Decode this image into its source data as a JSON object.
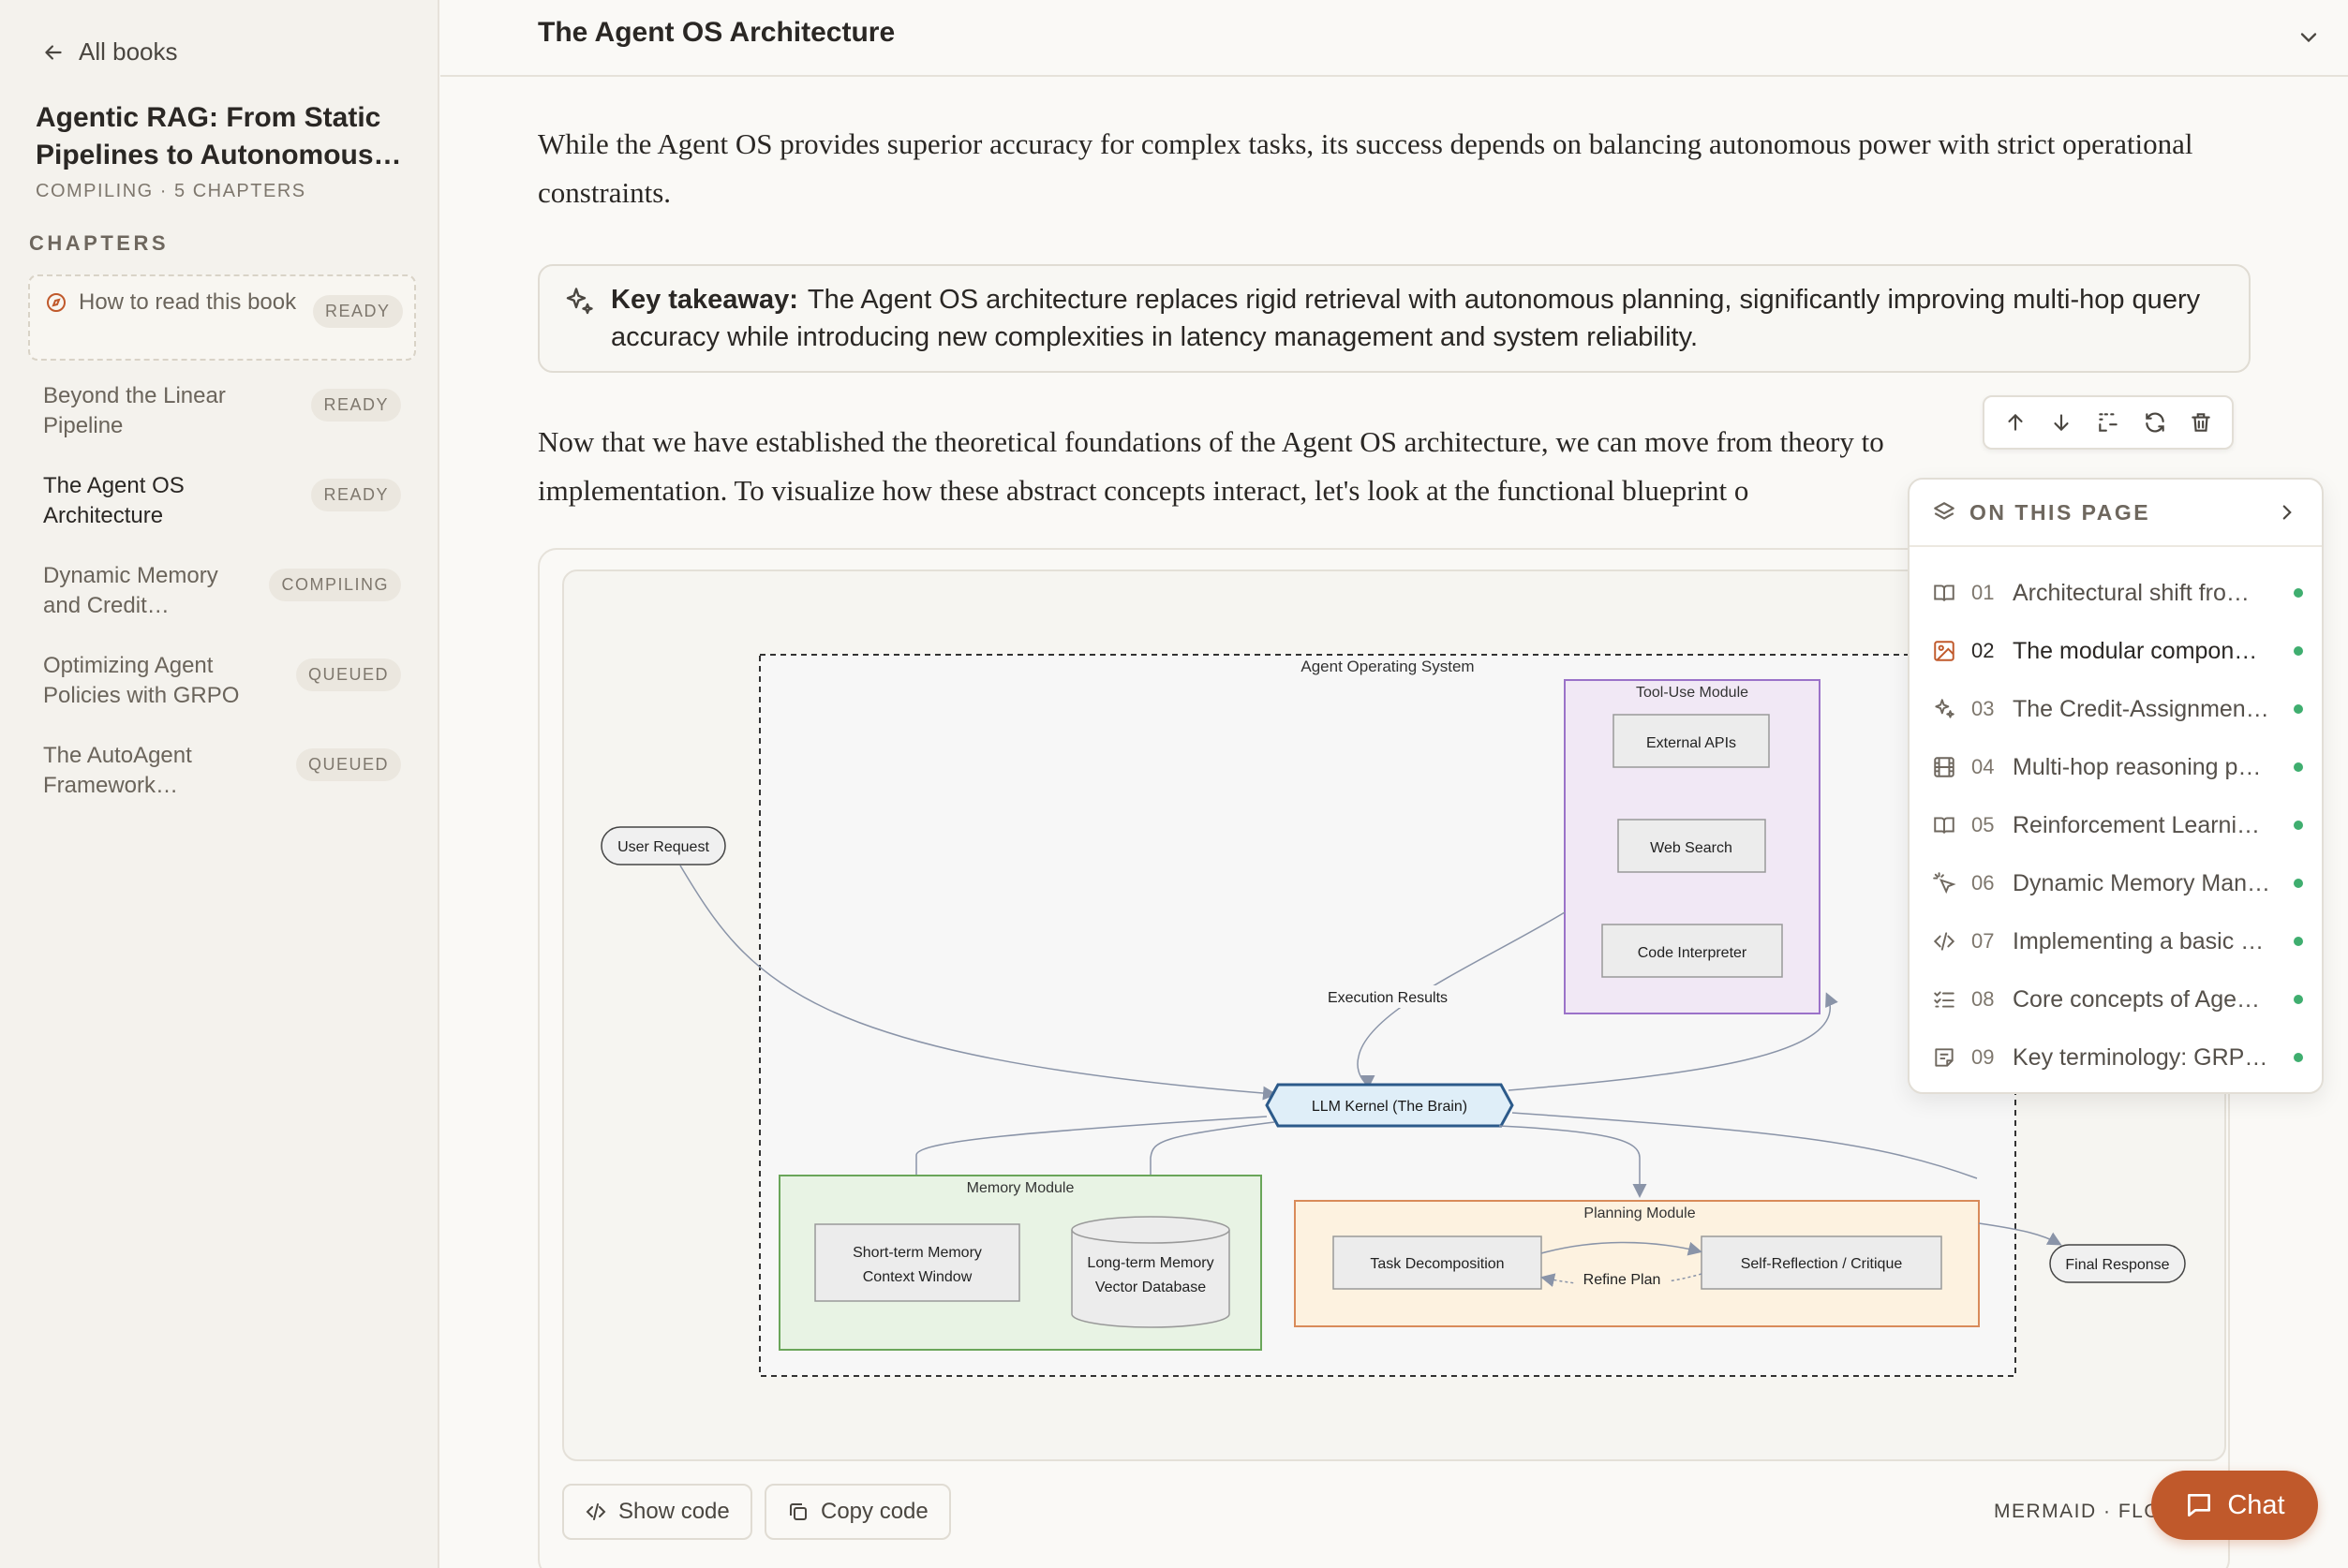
{
  "sidebar": {
    "back_label": "All books",
    "book_title": "Agentic RAG: From Static Pipelines to Autonomous…",
    "book_meta": "COMPILING · 5 CHAPTERS",
    "chapters_label": "CHAPTERS",
    "chapters": [
      {
        "title": "How to read this book",
        "status": "READY"
      },
      {
        "title": "Beyond the Linear Pipeline",
        "status": "READY"
      },
      {
        "title": "The Agent OS Architecture",
        "status": "READY"
      },
      {
        "title": "Dynamic Memory and Credit…",
        "status": "COMPILING"
      },
      {
        "title": "Optimizing Agent Policies with GRPO",
        "status": "QUEUED"
      },
      {
        "title": "The AutoAgent Framework…",
        "status": "QUEUED"
      }
    ]
  },
  "header": {
    "title": "The Agent OS Architecture"
  },
  "content": {
    "p1": "While the Agent OS provides superior accuracy for complex tasks, its success depends on balancing autonomous power with strict operational constraints.",
    "takeaway_label": "Key takeaway:",
    "takeaway_text": "The Agent OS architecture replaces rigid retrieval with autonomous planning, significantly improving multi-hop query accuracy while introducing new complexities in latency management and system reliability.",
    "p2": "Now that we have established the theoretical foundations of the Agent OS architecture, we can move from theory to implementation. To visualize how these abstract concepts interact, let's look at the functional blueprint o"
  },
  "diagram": {
    "system_label": "Agent Operating System",
    "tool_module": "Tool-Use Module",
    "external_apis": "External APIs",
    "web_search": "Web Search",
    "code_interpreter": "Code Interpreter",
    "user_request": "User Request",
    "execution_results": "Execution Results",
    "kernel": "LLM Kernel (The Brain)",
    "memory_module": "Memory Module",
    "short_term_1": "Short-term Memory",
    "short_term_2": "Context Window",
    "long_term_1": "Long-term Memory",
    "long_term_2": "Vector Database",
    "planning_module": "Planning Module",
    "task_decomp": "Task Decomposition",
    "refine_plan": "Refine Plan",
    "self_reflection": "Self-Reflection / Critique",
    "final_response": "Final Response"
  },
  "footer": {
    "show_code": "Show code",
    "copy_code": "Copy code",
    "mermaid_label": "MERMAID · FLOW"
  },
  "toc": {
    "header": "ON THIS PAGE",
    "items": [
      {
        "num": "01",
        "label": "Architectural shift fro…",
        "icon": "book-icon"
      },
      {
        "num": "02",
        "label": "The modular compon…",
        "icon": "image-icon"
      },
      {
        "num": "03",
        "label": "The Credit-Assignmen…",
        "icon": "sparkle-icon"
      },
      {
        "num": "04",
        "label": "Multi-hop reasoning p…",
        "icon": "film-icon"
      },
      {
        "num": "05",
        "label": "Reinforcement Learni…",
        "icon": "book-icon"
      },
      {
        "num": "06",
        "label": "Dynamic Memory Man…",
        "icon": "click-icon"
      },
      {
        "num": "07",
        "label": "Implementing a basic …",
        "icon": "code-icon"
      },
      {
        "num": "08",
        "label": "Core concepts of Age…",
        "icon": "checklist-icon"
      },
      {
        "num": "09",
        "label": "Key terminology: GRP…",
        "icon": "note-icon"
      }
    ]
  },
  "chat": {
    "label": "Chat"
  },
  "colors": {
    "accent": "#c0592b",
    "ready_dot": "#3fae6f"
  }
}
